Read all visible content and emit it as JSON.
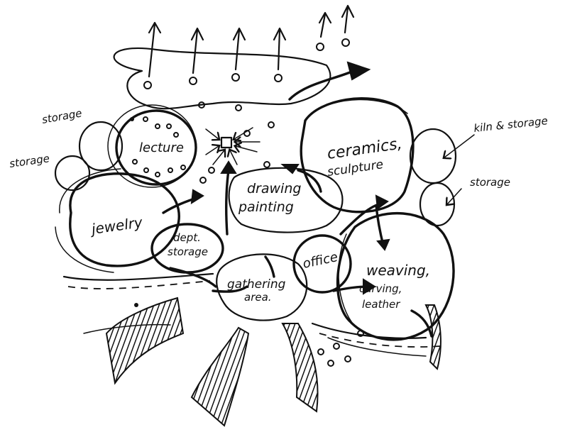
{
  "labels": {
    "storage_top_left": "storage",
    "storage_left": "storage",
    "lecture": "lecture",
    "ceramics_line1": "ceramics,",
    "ceramics_line2": "sculpture",
    "kiln_storage": "kiln & storage",
    "storage_right": "storage",
    "drawing_line1": "drawing",
    "drawing_line2": "painting",
    "jewelry": "jewelry",
    "dept_storage_line1": "dept.",
    "dept_storage_line2": "storage",
    "office": "office",
    "weaving_line1": "weaving,",
    "weaving_line2": "carving,",
    "weaving_line3": "leather",
    "gathering_line1": "gathering",
    "gathering_line2": "area."
  }
}
